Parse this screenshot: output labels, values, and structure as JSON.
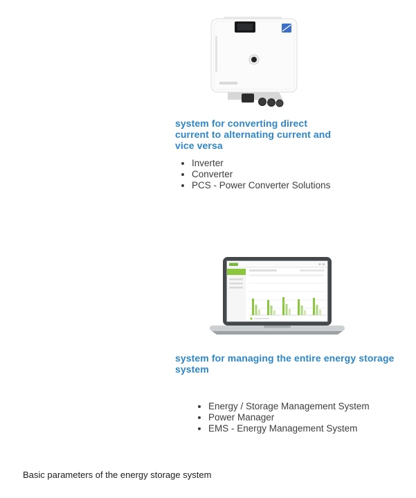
{
  "sections": [
    {
      "image": "battery-inverter-device-photo",
      "heading": "system for converting direct current to alternating current and vice versa",
      "bullets": [
        "Inverter",
        "Converter",
        "PCS - Power Converter Solutions"
      ]
    },
    {
      "image": "laptop-energy-management-dashboard-photo",
      "heading": "system for managing the entire energy storage system",
      "bullets": [
        "Energy / Storage Management System",
        "Power Manager",
        "EMS - Energy Management System"
      ]
    }
  ],
  "footer": {
    "caption": "Basic parameters of the energy storage system"
  },
  "colors": {
    "heading_blue": "#2e86c5",
    "dashboard_green": "#8cc63e"
  }
}
